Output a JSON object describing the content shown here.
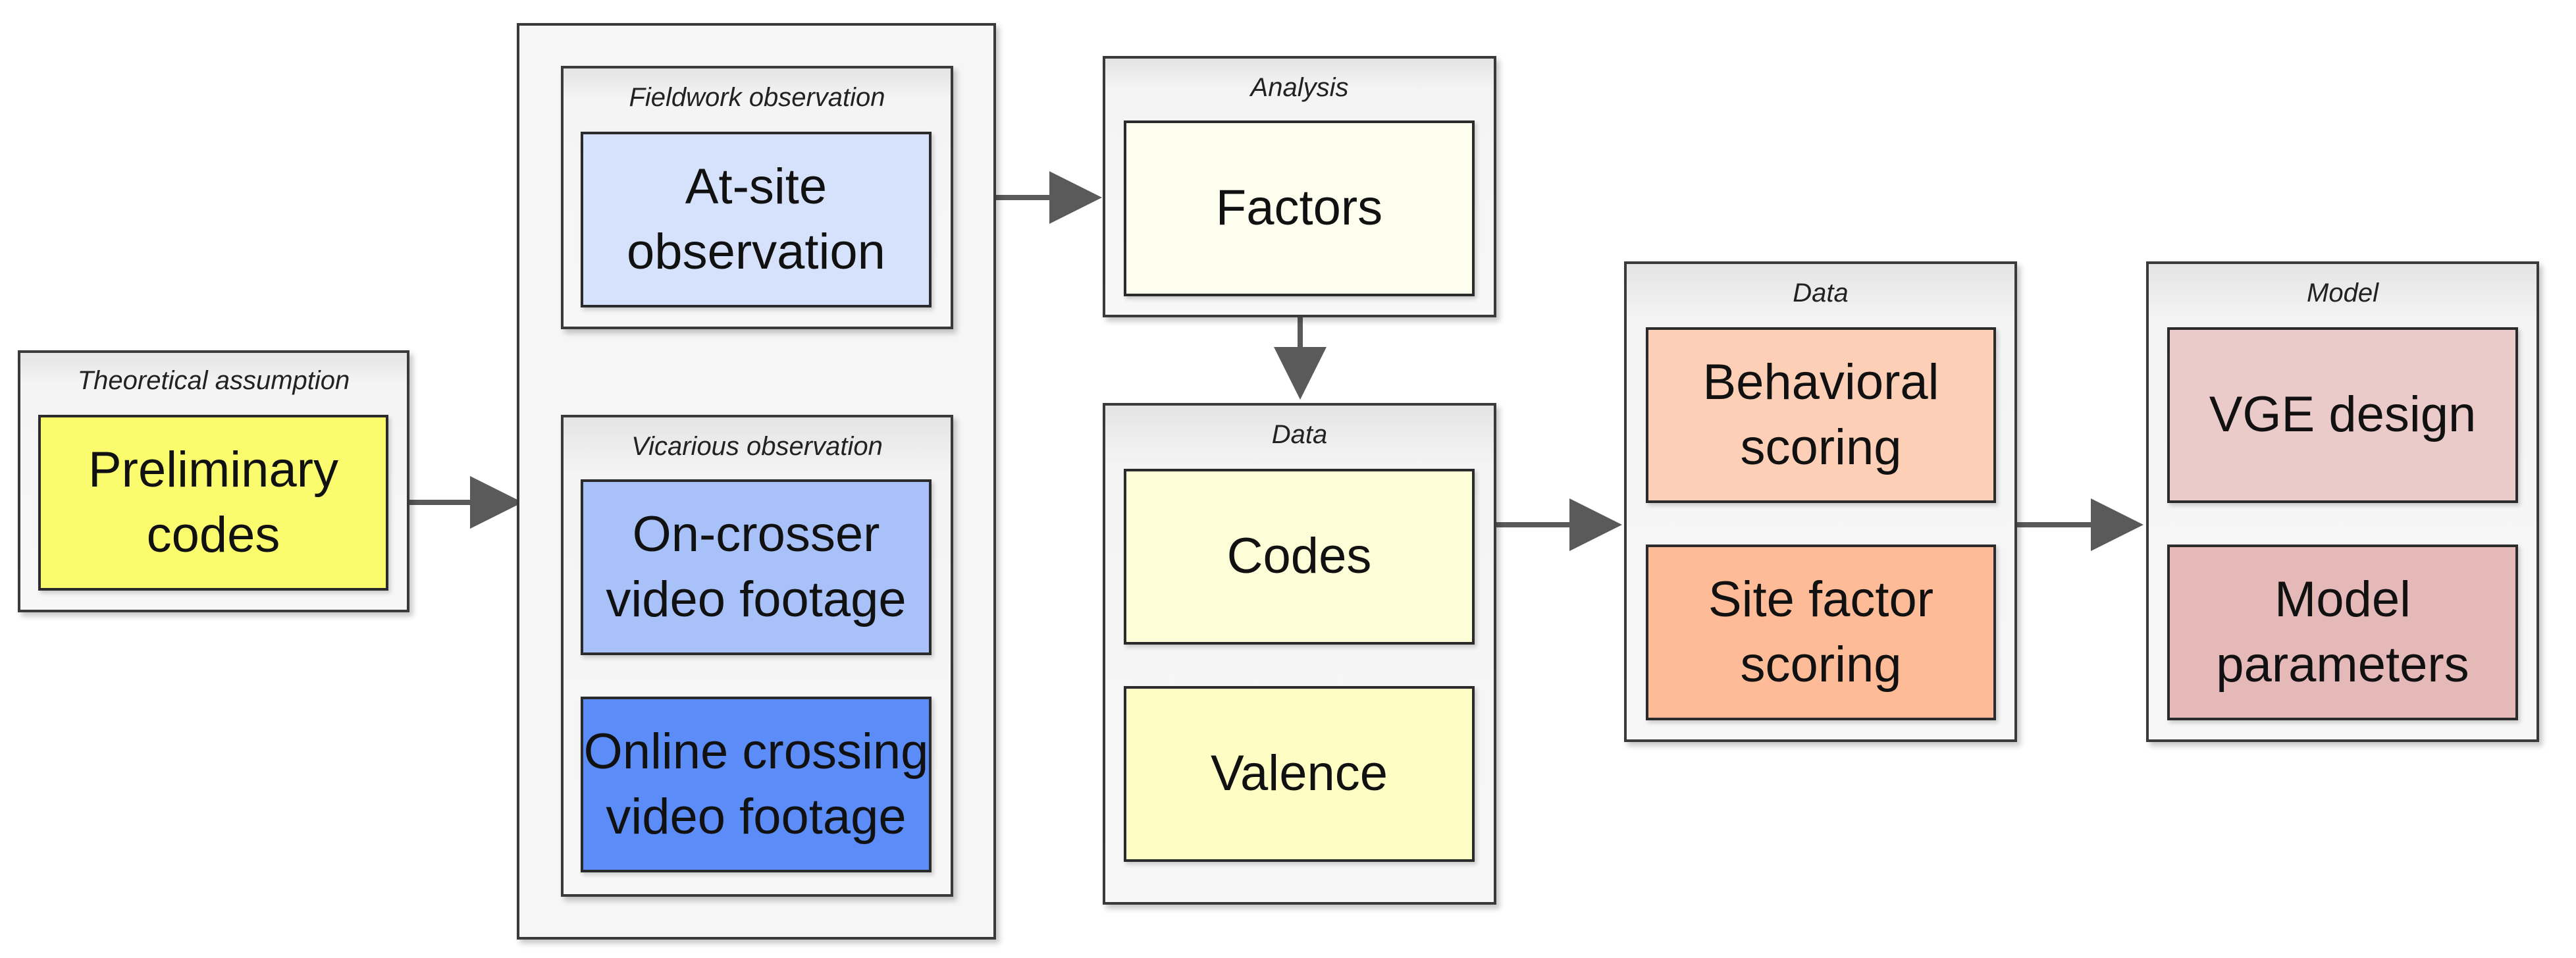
{
  "groups": {
    "theory": {
      "label": "Theoretical assumption"
    },
    "fieldwork": {
      "label": "Fieldwork observation"
    },
    "vicarious": {
      "label": "Vicarious observation"
    },
    "analysis": {
      "label": "Analysis"
    },
    "data_left": {
      "label": "Data"
    },
    "data_right": {
      "label": "Data"
    },
    "model": {
      "label": "Model"
    }
  },
  "boxes": {
    "preliminary_codes": {
      "label": "Preliminary\ncodes",
      "color": "#fbfb6e"
    },
    "at_site": {
      "label": "At-site\nobservation",
      "color": "#d6e2fb"
    },
    "on_crosser": {
      "label": "On-crosser\nvideo footage",
      "color": "#a9c1f9"
    },
    "online_crossing": {
      "label": "Online crossing\nvideo footage",
      "color": "#5b8cf7"
    },
    "factors": {
      "label": "Factors",
      "color": "#fefeef"
    },
    "codes": {
      "label": "Codes",
      "color": "#fdfdd7"
    },
    "valence": {
      "label": "Valence",
      "color": "#fdfdc4"
    },
    "behavioral_scoring": {
      "label": "Behavioral\nscoring",
      "color": "#fdcfb6"
    },
    "site_factor_scoring": {
      "label": "Site factor\nscoring",
      "color": "#fdbc97"
    },
    "vge_design": {
      "label": "VGE design",
      "color": "#ebcaca"
    },
    "model_parameters": {
      "label": "Model\nparameters",
      "color": "#e6b9b9"
    }
  },
  "colors": {
    "arrow": "#5a5a5a",
    "border": "#2b2b2b"
  }
}
